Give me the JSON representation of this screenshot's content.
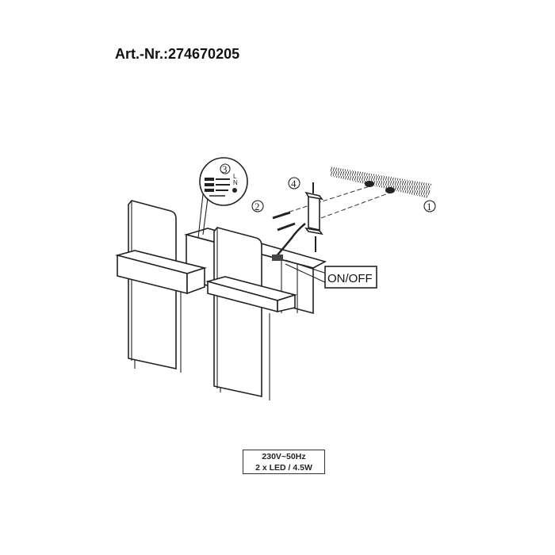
{
  "title": "Art.-Nr.:274670205",
  "steps": {
    "s1": "1",
    "s2": "2",
    "s3": "3",
    "s4": "4"
  },
  "wiring": {
    "l": "L",
    "n": "N"
  },
  "switch_label": "ON/OFF",
  "spec": {
    "line1": "230V~50Hz",
    "line2": "2 x LED / 4.5W"
  }
}
